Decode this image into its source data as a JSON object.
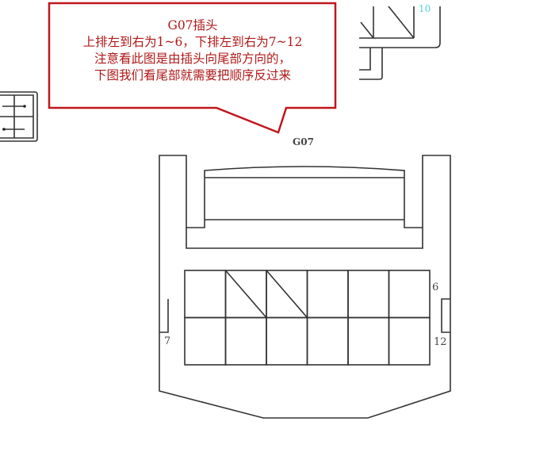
{
  "callout": {
    "title": "G07插头",
    "lines": [
      "上排左到右为1~6，下排左到右为7~12",
      "注意看此图是由插头向尾部方向的，",
      "下图我们看尾部就需要把顺序反过来"
    ]
  },
  "connector": {
    "name": "G07",
    "pin_labels": {
      "top_right": "6",
      "bottom_left": "7",
      "bottom_right": "12"
    },
    "rows": 2,
    "cols": 6,
    "diagonal_cells": [
      2,
      3
    ]
  },
  "background": {
    "pin_label": "10"
  },
  "colors": {
    "callout": "#c0161c",
    "line": "#333333",
    "cyan": "#55d0d8"
  }
}
